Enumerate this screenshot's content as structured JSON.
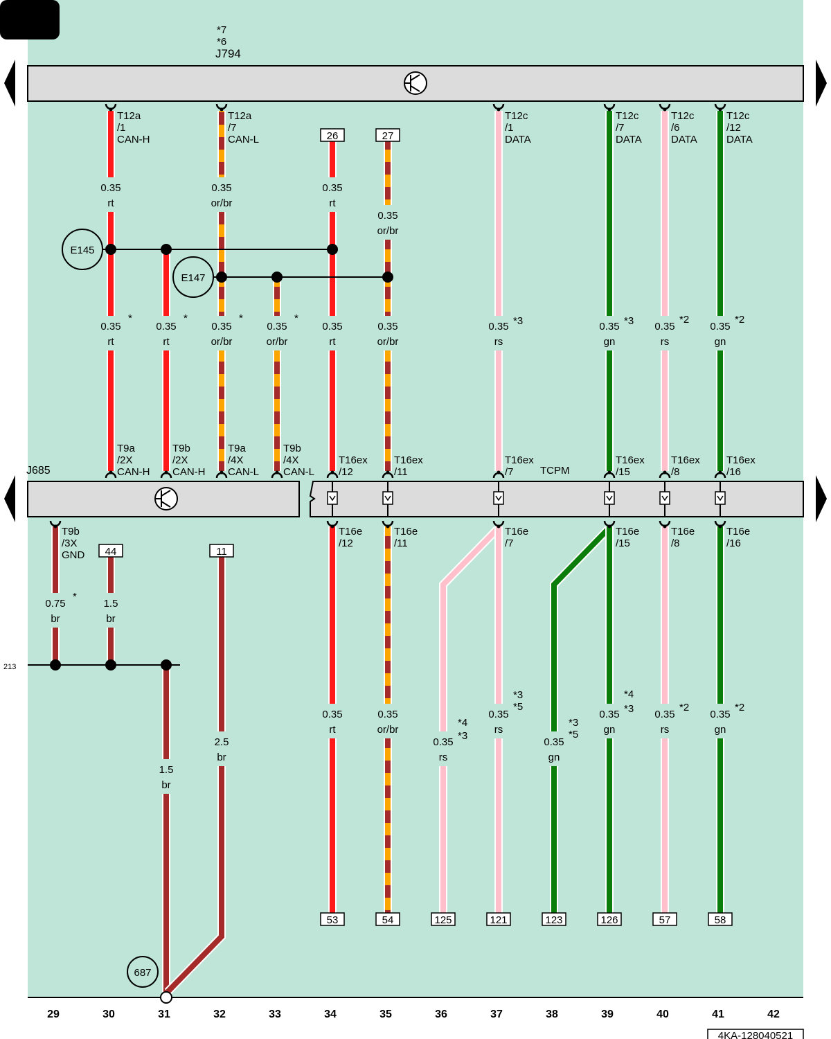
{
  "components": {
    "top": {
      "label": "J794",
      "notes": [
        "*7",
        "*6"
      ]
    },
    "mid": {
      "label": "J685"
    },
    "tcpm": {
      "label": "TCPM"
    },
    "splice1": "E145",
    "splice2": "E147",
    "ground": "687"
  },
  "left_ref": "213",
  "doc_number": "4KA-128040521",
  "columns": [
    "29",
    "30",
    "31",
    "32",
    "33",
    "34",
    "35",
    "36",
    "37",
    "38",
    "39",
    "40",
    "41",
    "42"
  ],
  "wires": {
    "c30": {
      "pin": [
        "T12a",
        "/1",
        "CAN-H"
      ],
      "top_size": "0.35",
      "top_color": "rt",
      "low_size": "0.35",
      "low_color": "rt",
      "note": "*",
      "bottom_pin": [
        "T9a",
        "/2X",
        "CAN-H"
      ]
    },
    "c31": {
      "low_size": "0.35",
      "low_color": "rt",
      "note": "*",
      "bottom_pin": [
        "T9b",
        "/2X",
        "CAN-H"
      ]
    },
    "c32": {
      "pin": [
        "T12a",
        "/7",
        "CAN-L"
      ],
      "top_size": "0.35",
      "top_color": "or/br",
      "low_size": "0.35",
      "low_color": "or/br",
      "note": "*",
      "bottom_pin": [
        "T9a",
        "/4X",
        "CAN-L"
      ]
    },
    "c33": {
      "low_size": "0.35",
      "low_color": "or/br",
      "note": "*",
      "bottom_pin": [
        "T9b",
        "/4X",
        "CAN-L"
      ]
    },
    "c34": {
      "box": "26",
      "top_size": "0.35",
      "top_color": "rt",
      "low_size": "0.35",
      "low_color": "rt",
      "ex_pin": [
        "T16ex",
        "/12"
      ],
      "e_pin": [
        "T16e",
        "/12"
      ],
      "bot_size": "0.35",
      "bot_color": "rt",
      "bot_box": "53"
    },
    "c35": {
      "box": "27",
      "top_size": "0.35",
      "top_color": "or/br",
      "low_size": "0.35",
      "low_color": "or/br",
      "ex_pin": [
        "T16ex",
        "/11"
      ],
      "e_pin": [
        "T16e",
        "/11"
      ],
      "bot_size": "0.35",
      "bot_color": "or/br",
      "bot_box": "54"
    },
    "c36": {
      "bot_size": "0.35",
      "bot_color": "rs",
      "bot_notes": [
        "*4",
        "*3"
      ],
      "bot_box": "125"
    },
    "c37": {
      "pin": [
        "T12c",
        "/1",
        "DATA"
      ],
      "low_size": "0.35",
      "low_color": "rs",
      "note": "*3",
      "ex_pin": [
        "T16ex",
        "/7"
      ],
      "e_pin": [
        "T16e",
        "/7"
      ],
      "bot_size": "0.35",
      "bot_color": "rs",
      "bot_notes": [
        "*3",
        "*5"
      ],
      "bot_box": "121"
    },
    "c38": {
      "bot_size": "0.35",
      "bot_color": "gn",
      "bot_notes": [
        "*3",
        "*5"
      ],
      "bot_box": "123"
    },
    "c39": {
      "pin": [
        "T12c",
        "/7",
        "DATA"
      ],
      "low_size": "0.35",
      "low_color": "gn",
      "note": "*3",
      "ex_pin": [
        "T16ex",
        "/15"
      ],
      "e_pin": [
        "T16e",
        "/15"
      ],
      "bot_size": "0.35",
      "bot_color": "gn",
      "bot_notes": [
        "*4",
        "*3"
      ],
      "bot_box": "126"
    },
    "c40": {
      "pin": [
        "T12c",
        "/6",
        "DATA"
      ],
      "low_size": "0.35",
      "low_color": "rs",
      "note": "*2",
      "ex_pin": [
        "T16ex",
        "/8"
      ],
      "e_pin": [
        "T16e",
        "/8"
      ],
      "bot_size": "0.35",
      "bot_color": "rs",
      "bot_notes": [
        "*2"
      ],
      "bot_box": "57"
    },
    "c41": {
      "pin": [
        "T12c",
        "/12",
        "DATA"
      ],
      "low_size": "0.35",
      "low_color": "gn",
      "note": "*2",
      "ex_pin": [
        "T16ex",
        "/16"
      ],
      "e_pin": [
        "T16e",
        "/16"
      ],
      "bot_size": "0.35",
      "bot_color": "gn",
      "bot_notes": [
        "*2"
      ],
      "bot_box": "58"
    },
    "g29": {
      "pin": [
        "T9b",
        "/3X",
        "GND"
      ],
      "size": "0.75",
      "color": "br",
      "note": "*"
    },
    "g30": {
      "box": "44",
      "size": "1.5",
      "color": "br"
    },
    "g31": {
      "size": "1.5",
      "color": "br"
    },
    "g32": {
      "box": "11",
      "size": "2.5",
      "color": "br"
    }
  },
  "colors": {
    "rt": "#ff1a1a",
    "or": "#ffa500",
    "br": "#a52a2a",
    "rs": "#ffc0cb",
    "gn": "#0a7d0a",
    "bg": "#bfe4d8",
    "bar": "#dcdcdc"
  }
}
